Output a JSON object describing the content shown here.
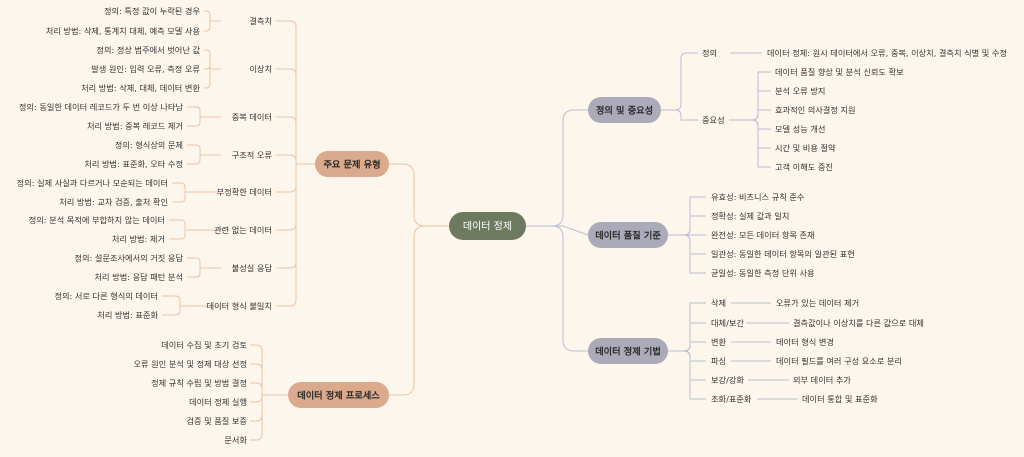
{
  "root": {
    "label": "데이터 정제",
    "color": "#6e7a5f"
  },
  "colors": {
    "left_branch": "#dba98b",
    "right_branch": "#aaaab8",
    "line_left": "#ecc4a6",
    "line_right": "#b9bfd4"
  },
  "left": [
    {
      "label": "주요 문제 유형",
      "subs": [
        {
          "label": "결측치",
          "details": [
            "정의: 특정 값이 누락된 경우",
            "처리 방법: 삭제, 통계치 대체, 예측 모델 사용"
          ]
        },
        {
          "label": "이상치",
          "details": [
            "정의: 정상 범주에서 벗어난 값",
            "발생 원인: 입력 오류, 측정 오류",
            "처리 방법: 삭제, 대체, 데이터 변환"
          ]
        },
        {
          "label": "중복 데이터",
          "details": [
            "정의: 동일한 데이터 레코드가 두 번 이상 나타남",
            "처리 방법: 중복 레코드 제거"
          ]
        },
        {
          "label": "구조적 오류",
          "details": [
            "정의: 형식상의 문제",
            "처리 방법: 표준화, 오타 수정"
          ]
        },
        {
          "label": "부정확한 데이터",
          "details": [
            "정의: 실제 사실과 다르거나 모순되는 데이터",
            "처리 방법: 교차 검증, 출처 확인"
          ]
        },
        {
          "label": "관련 없는 데이터",
          "details": [
            "정의: 분석 목적에 부합하지 않는 데이터",
            "처리 방법: 제거"
          ]
        },
        {
          "label": "불성실 응답",
          "details": [
            "정의: 설문조사에서의 거짓 응답",
            "처리 방법: 응답 패턴 분석"
          ]
        },
        {
          "label": "데이터 형식 불일치",
          "details": [
            "정의: 서로 다른 형식의 데이터",
            "처리 방법: 표준화"
          ]
        }
      ]
    },
    {
      "label": "데이터 정제 프로세스",
      "items": [
        "데이터 수집 및 초기 검토",
        "오류 원인 분석 및 정제 대상 선정",
        "정제 규칙 수립 및 방법 결정",
        "데이터 정제 실행",
        "검증 및 품질 보증",
        "문서화"
      ]
    }
  ],
  "right": [
    {
      "label": "정의 및 중요성",
      "subs": [
        {
          "label": "정의",
          "details": [
            "데이터 정제: 원시 데이터에서 오류, 중복, 이상치, 결측치 식별 및 수정"
          ]
        },
        {
          "label": "중요성",
          "details": [
            "데이터 품질 향상 및 분석 신뢰도 확보",
            "분석 오류 방지",
            "효과적인 의사결정 지원",
            "모델 성능 개선",
            "시간 및 비용 절약",
            "고객 이해도 증진"
          ]
        }
      ]
    },
    {
      "label": "데이터 품질 기준",
      "items": [
        "유효성: 비즈니스 규칙 준수",
        "정확성: 실제 값과 일치",
        "완전성: 모든 데이터 항목 존재",
        "일관성: 동일한 데이터 항목의 일관된 표현",
        "균일성: 동일한 측정 단위 사용"
      ]
    },
    {
      "label": "데이터 정제 기법",
      "subs": [
        {
          "label": "삭제",
          "details": [
            "오류가 있는 데이터 제거"
          ]
        },
        {
          "label": "대체/보간",
          "details": [
            "결측값이나 이상치를 다른 값으로 대체"
          ]
        },
        {
          "label": "변환",
          "details": [
            "데이터 형식 변경"
          ]
        },
        {
          "label": "파싱",
          "details": [
            "데이터 필드를 여러 구성 요소로 분리"
          ]
        },
        {
          "label": "보강/강화",
          "details": [
            "외부 데이터 추가"
          ]
        },
        {
          "label": "조화/표준화",
          "details": [
            "데이터 통합 및 표준화"
          ]
        }
      ]
    }
  ]
}
